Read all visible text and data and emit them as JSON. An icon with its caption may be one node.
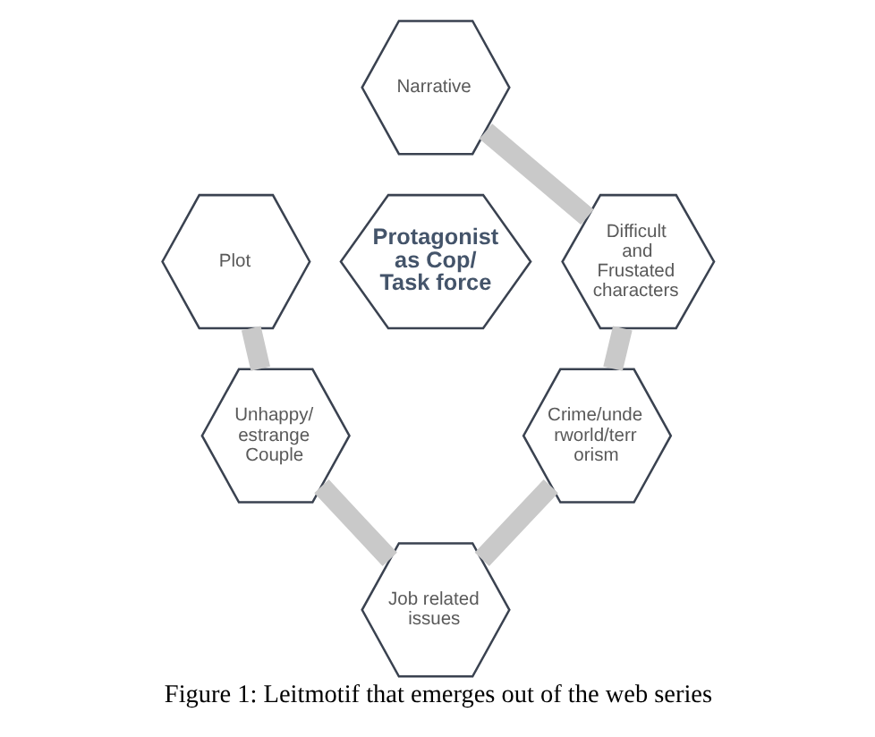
{
  "diagram": {
    "caption": "Figure 1: Leitmotif that emerges out of the web series",
    "nodes": [
      {
        "text": [
          "Narrative"
        ]
      },
      {
        "text": [
          "Plot"
        ]
      },
      {
        "text": [
          "Difficult and Frustated characters"
        ]
      },
      {
        "text": [
          "Protagonist as Cop/ Task force"
        ]
      },
      {
        "text": [
          "Unhappy/ estrange Couple"
        ]
      },
      {
        "text": [
          "Crime/unde rworld/terr orism"
        ]
      },
      {
        "text": [
          "Job related issues"
        ]
      }
    ],
    "edges": [
      {
        "from": 0,
        "to": 2,
        "arrow": "none"
      },
      {
        "from": 2,
        "to": 5,
        "arrow": "none"
      },
      {
        "from": 5,
        "to": 6,
        "arrow": "none"
      },
      {
        "from": 4,
        "to": 6,
        "arrow": "none"
      },
      {
        "from": 1,
        "to": 4,
        "arrow": "none"
      }
    ]
  }
}
